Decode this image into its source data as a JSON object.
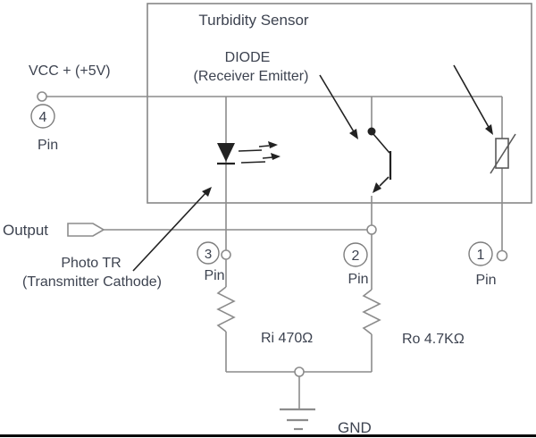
{
  "diagram": {
    "title": "Turbidity Sensor",
    "diode_label": {
      "line1": "DIODE",
      "line2": "(Receiver Emitter)"
    },
    "vcc_label": "VCC + (+5V)",
    "output_label": "Output",
    "photo_tr_label": {
      "line1": "Photo TR",
      "line2": "(Transmitter Cathode)"
    },
    "resistors": {
      "ri": "Ri 470Ω",
      "ro": "Ro 4.7KΩ"
    },
    "gnd_label": "GND",
    "pins": {
      "p4": {
        "num": "4",
        "label": "Pin"
      },
      "p3": {
        "num": "3",
        "label": "Pin"
      },
      "p2": {
        "num": "2",
        "label": "Pin"
      },
      "p1": {
        "num": "1",
        "label": "Pin"
      }
    },
    "colors": {
      "wire": "#8c8c8c",
      "symbol": "#222222",
      "text": "#3d4350",
      "bottom_bar": "#000000",
      "background": "#ffffff"
    }
  }
}
